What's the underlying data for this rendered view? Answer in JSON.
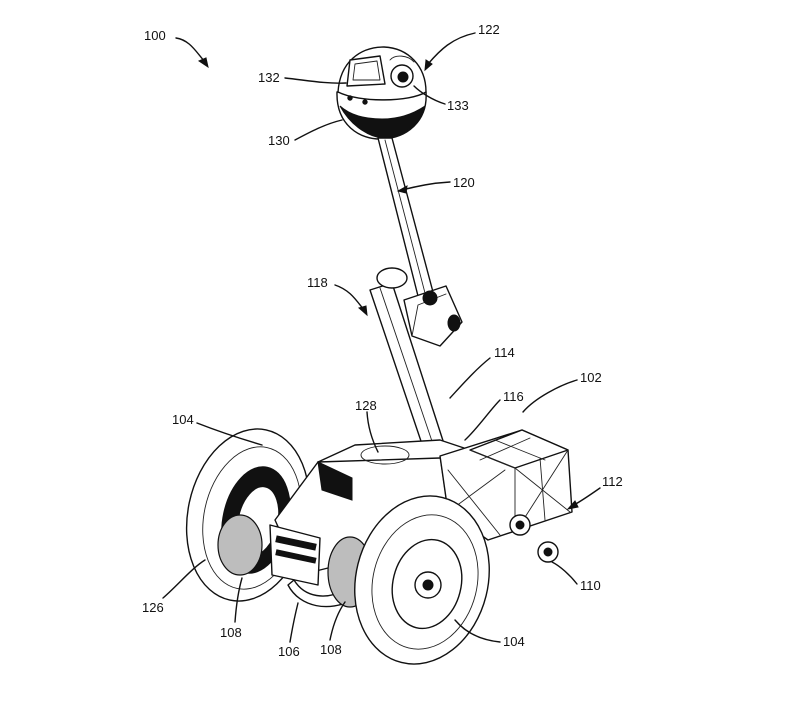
{
  "figure": {
    "reference_numerals": {
      "n100": "100",
      "n122": "122",
      "n132": "132",
      "n133": "133",
      "n130": "130",
      "n120": "120",
      "n118": "118",
      "n114": "114",
      "n102": "102",
      "n116": "116",
      "n128": "128",
      "n104_left": "104",
      "n112": "112",
      "n110": "110",
      "n126": "126",
      "n108_left": "108",
      "n106": "106",
      "n108_right": "108",
      "n104_right": "104"
    }
  }
}
